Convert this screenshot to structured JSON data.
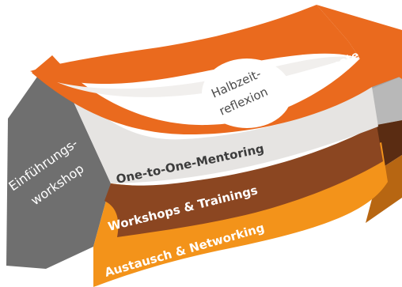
{
  "diagram": {
    "start_block": {
      "line1": "Einführungs-",
      "line2": "workshop"
    },
    "bands": [
      {
        "label": "9 Monate",
        "color": "#ea6a1e"
      },
      {
        "label": "One-to-One-Mentoring",
        "color": "#e6e4e2"
      },
      {
        "label": "Workshops & Trainings",
        "color": "#8b4621"
      },
      {
        "label": "Austausch & Networking",
        "color": "#f3931a"
      }
    ],
    "milestone": {
      "line1": "Halbzeit-",
      "line2": "reflexion"
    },
    "colors": {
      "grey_block": "#6f6f6f",
      "arrow_side": "#a3a3a3",
      "text_dark": "#3c3c3c",
      "white": "#ffffff"
    }
  }
}
